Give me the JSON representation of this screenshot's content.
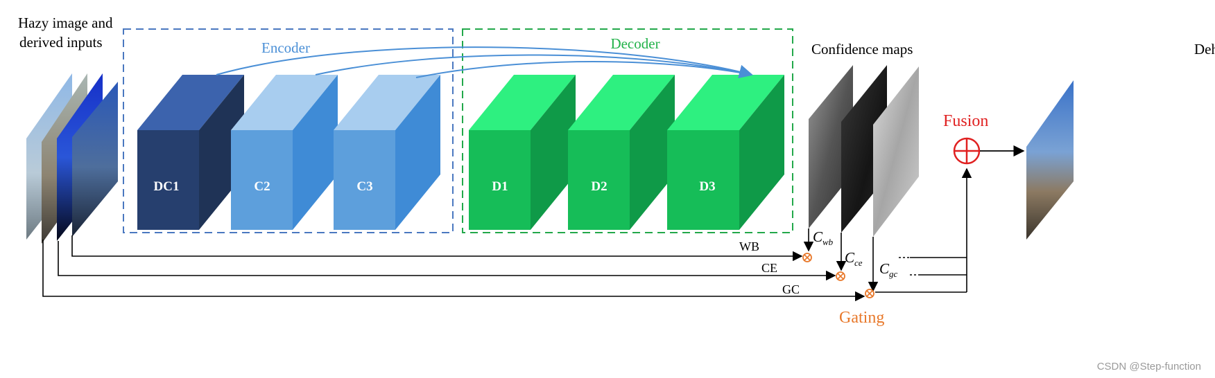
{
  "input_label_line1": "Hazy image and",
  "input_label_line2": "derived inputs",
  "encoder": {
    "title": "Encoder",
    "blocks": [
      "DC1",
      "C2",
      "C3"
    ]
  },
  "decoder": {
    "title": "Decoder",
    "blocks": [
      "D1",
      "D2",
      "D3"
    ]
  },
  "confidence_title": "Confidence maps",
  "result_title": "Dehazed result",
  "fusion_label": "Fusion",
  "gating_label": "Gating",
  "inputs": [
    "WB",
    "CE",
    "GC"
  ],
  "confidence": [
    {
      "main": "C",
      "sub": "wb"
    },
    {
      "main": "C",
      "sub": "ce"
    },
    {
      "main": "C",
      "sub": "gc"
    }
  ],
  "watermark": "CSDN @Step-function",
  "colors": {
    "encoder_border": "#4a78c0",
    "encoder_title": "#4a8fd6",
    "decoder_border": "#22a84a",
    "decoder_title": "#22b24a",
    "fusion": "#e02020",
    "gating": "#e8782a",
    "skip_arrow": "#4a8fd6"
  }
}
